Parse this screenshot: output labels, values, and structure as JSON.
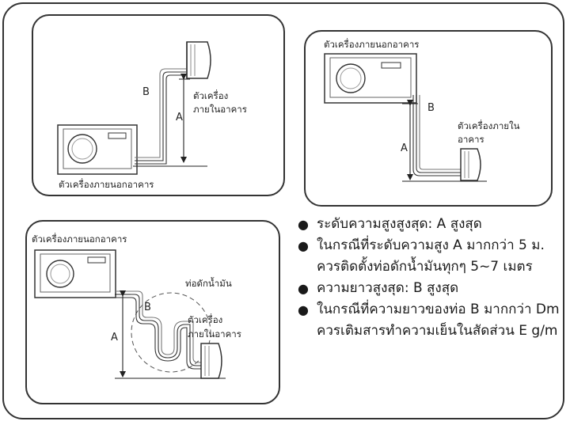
{
  "panel_top_left": {
    "outdoor_label": "ตัวเครื่องภายนอกอาคาร",
    "indoor_label_line1": "ตัวเครื่อง",
    "indoor_label_line2": "ภายในอาคาร",
    "label_a": "A",
    "label_b": "B"
  },
  "panel_top_right": {
    "outdoor_label": "ตัวเครื่องภายนอกอาคาร",
    "indoor_label_line1": "ตัวเครื่องภายใน",
    "indoor_label_line2": "อาคาร",
    "label_a": "A",
    "label_b": "B"
  },
  "panel_bottom_left": {
    "outdoor_label": "ตัวเครื่องภายนอกอาคาร",
    "oil_trap_label": "ท่อดักน้ำมัน",
    "indoor_label_line1": "ตัวเครื่อง",
    "indoor_label_line2": "ภายในอาคาร",
    "label_a": "A",
    "label_b": "B"
  },
  "notes": [
    "ระดับความสูงสูงสุด: A สูงสุด",
    "ในกรณีที่ระดับความสูง A มากกว่า 5 ม. ควรติดตั้งท่อดักน้ำมันทุกๆ 5~7 เมตร",
    "ความยาวสูงสุด: B สูงสุด",
    "ในกรณีที่ความยาวของท่อ B มากกว่า Dm ควรเติมสารทำความเย็นในสัดส่วน E g/m"
  ],
  "bullet_symbol": "●"
}
